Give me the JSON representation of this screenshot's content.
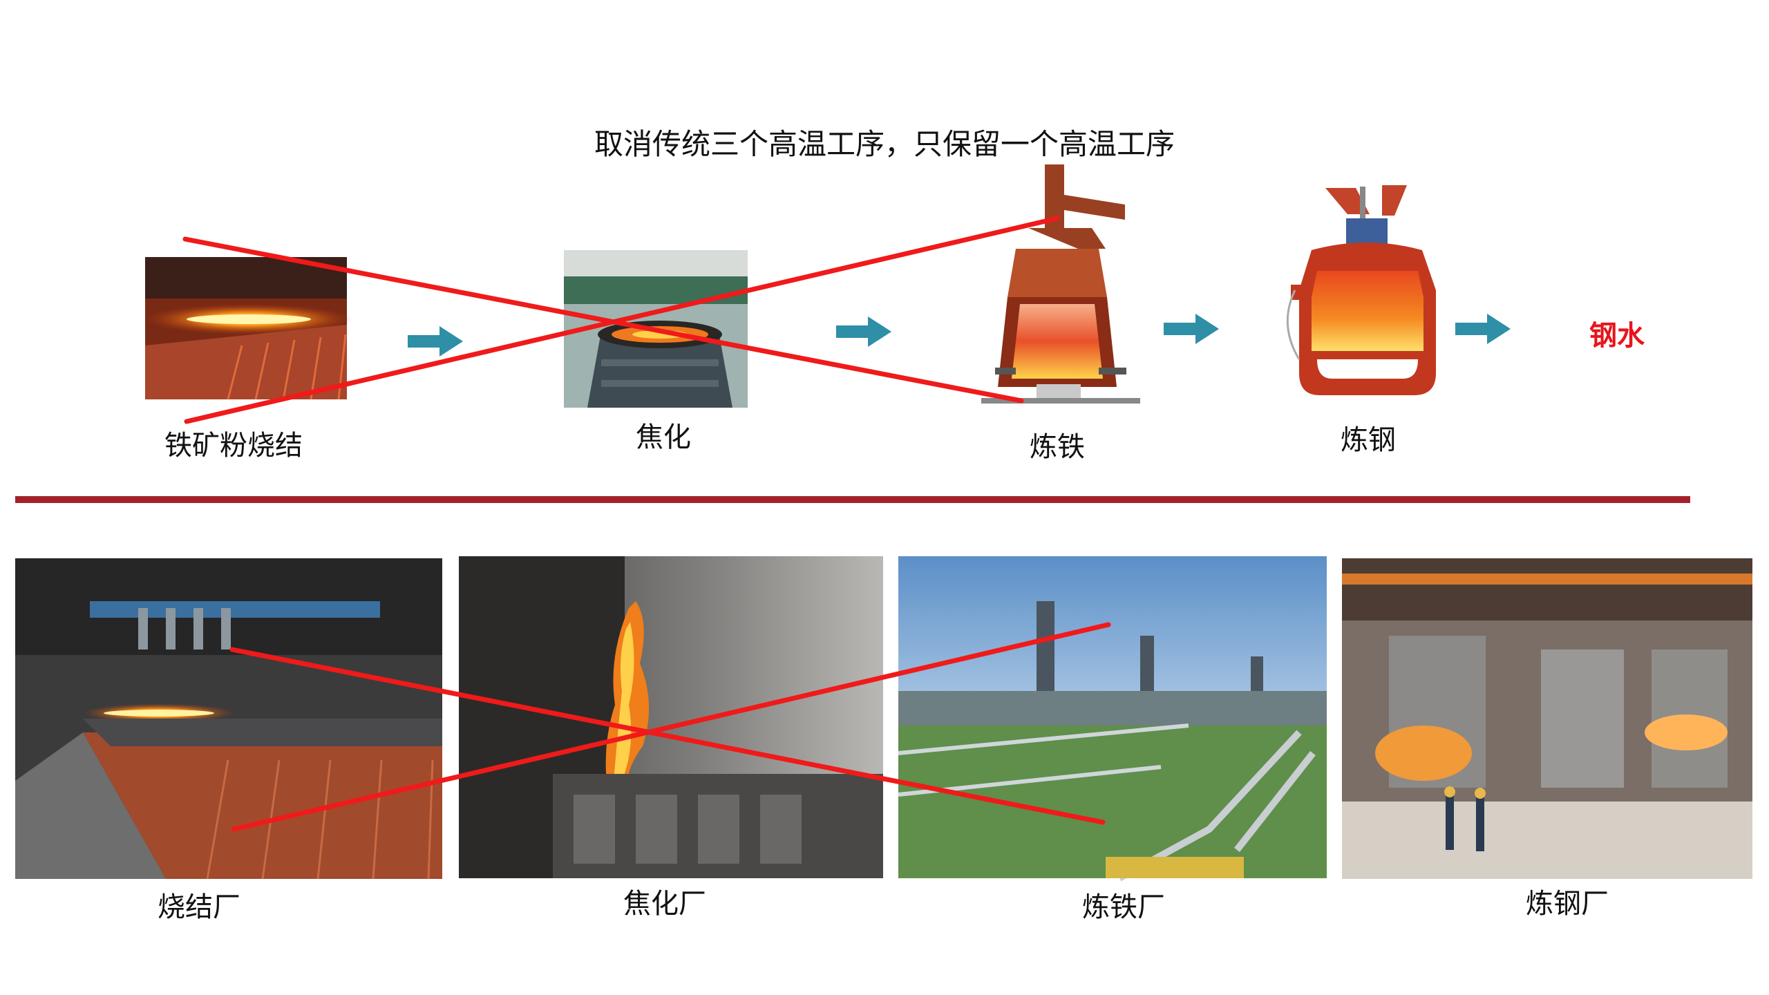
{
  "title": "取消传统三个高温工序，只保留一个高温工序",
  "process_steps": [
    {
      "label": "铁矿粉烧结",
      "crossed": true
    },
    {
      "label": "焦化",
      "crossed": true
    },
    {
      "label": "炼铁",
      "crossed": true
    },
    {
      "label": "炼钢",
      "crossed": false
    }
  ],
  "result_label": "钢水",
  "plants": [
    {
      "label": "烧结厂",
      "crossed": true
    },
    {
      "label": "焦化厂",
      "crossed": true
    },
    {
      "label": "炼铁厂",
      "crossed": true
    },
    {
      "label": "炼钢厂",
      "crossed": false
    }
  ],
  "colors": {
    "arrow": "#2e8fa6",
    "cross": "#f01a1a",
    "divider": "#a3222a",
    "result": "#e8141b"
  },
  "icons": [
    "right-arrow-icon",
    "cross-out-mark"
  ]
}
